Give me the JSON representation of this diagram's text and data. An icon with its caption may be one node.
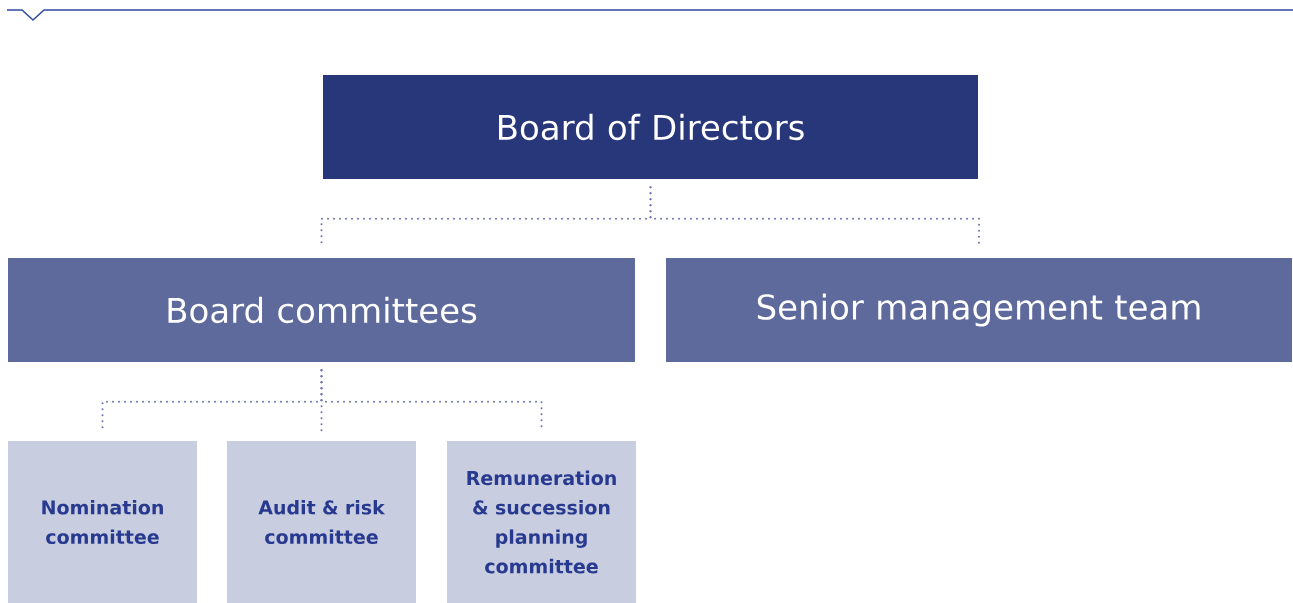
{
  "diagram": {
    "nodes": [
      {
        "text": [
          "Board of Directors"
        ]
      },
      {
        "text": [
          "Board committees"
        ]
      },
      {
        "text": [
          "Senior management team"
        ]
      },
      {
        "text": [
          "Nomination committee"
        ]
      },
      {
        "text": [
          "Audit & risk committee"
        ]
      },
      {
        "text": [
          "Remuneration & succession planning committee"
        ]
      }
    ],
    "edges": [
      {
        "from": 0,
        "to": 1,
        "arrow": "none"
      },
      {
        "from": 0,
        "to": 2,
        "arrow": "none"
      },
      {
        "from": 1,
        "to": 3,
        "arrow": "none"
      },
      {
        "from": 1,
        "to": 4,
        "arrow": "none"
      },
      {
        "from": 1,
        "to": 5,
        "arrow": "none"
      }
    ]
  }
}
